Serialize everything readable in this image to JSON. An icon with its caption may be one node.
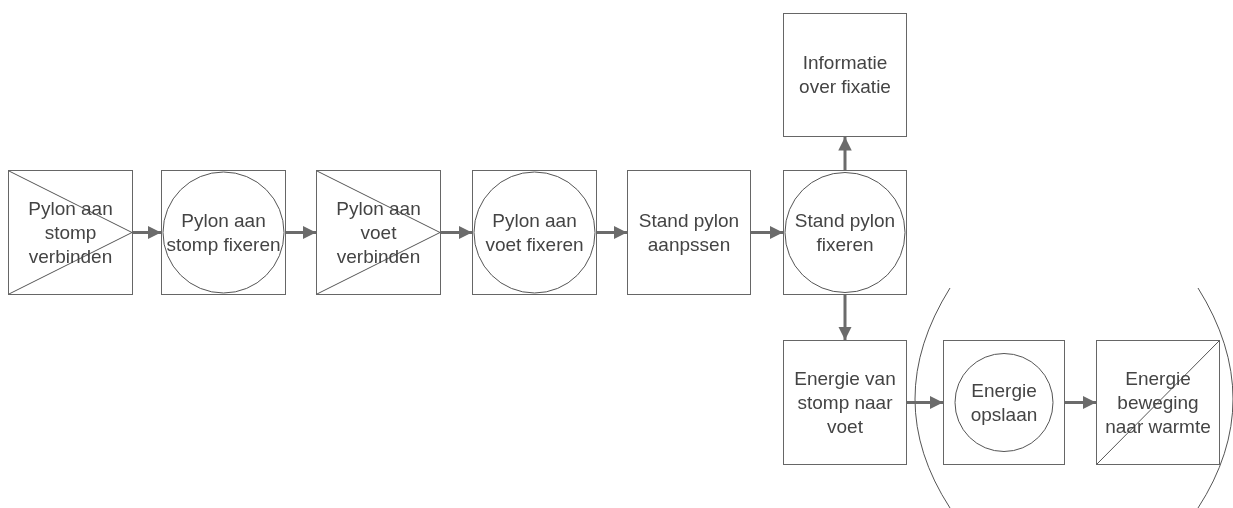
{
  "diagram": {
    "nodes": [
      {
        "text": [
          "Pylon aan stomp verbinden"
        ]
      },
      {
        "text": [
          "Pylon aan stomp fixeren"
        ]
      },
      {
        "text": [
          "Pylon aan voet verbinden"
        ]
      },
      {
        "text": [
          "Pylon aan voet fixeren"
        ]
      },
      {
        "text": [
          "Stand pylon aanpssen"
        ]
      },
      {
        "text": [
          "Stand pylon fixeren"
        ]
      },
      {
        "text": [
          "Informatie over fixatie"
        ]
      },
      {
        "text": [
          "Energie van stomp naar voet"
        ]
      },
      {
        "text": [
          "Energie opslaan"
        ]
      },
      {
        "text": [
          "Energie beweging naar warmte"
        ]
      }
    ],
    "edges": [
      {
        "from": 0,
        "to": 1,
        "arrow": "to"
      },
      {
        "from": 1,
        "to": 2,
        "arrow": "to"
      },
      {
        "from": 2,
        "to": 3,
        "arrow": "to"
      },
      {
        "from": 3,
        "to": 4,
        "arrow": "to"
      },
      {
        "from": 4,
        "to": 5,
        "arrow": "to"
      },
      {
        "from": 5,
        "to": 6,
        "arrow": "to"
      },
      {
        "from": 5,
        "to": 7,
        "arrow": "to"
      },
      {
        "from": 7,
        "to": 8,
        "arrow": "to"
      },
      {
        "from": 8,
        "to": 9,
        "arrow": "to"
      }
    ]
  }
}
